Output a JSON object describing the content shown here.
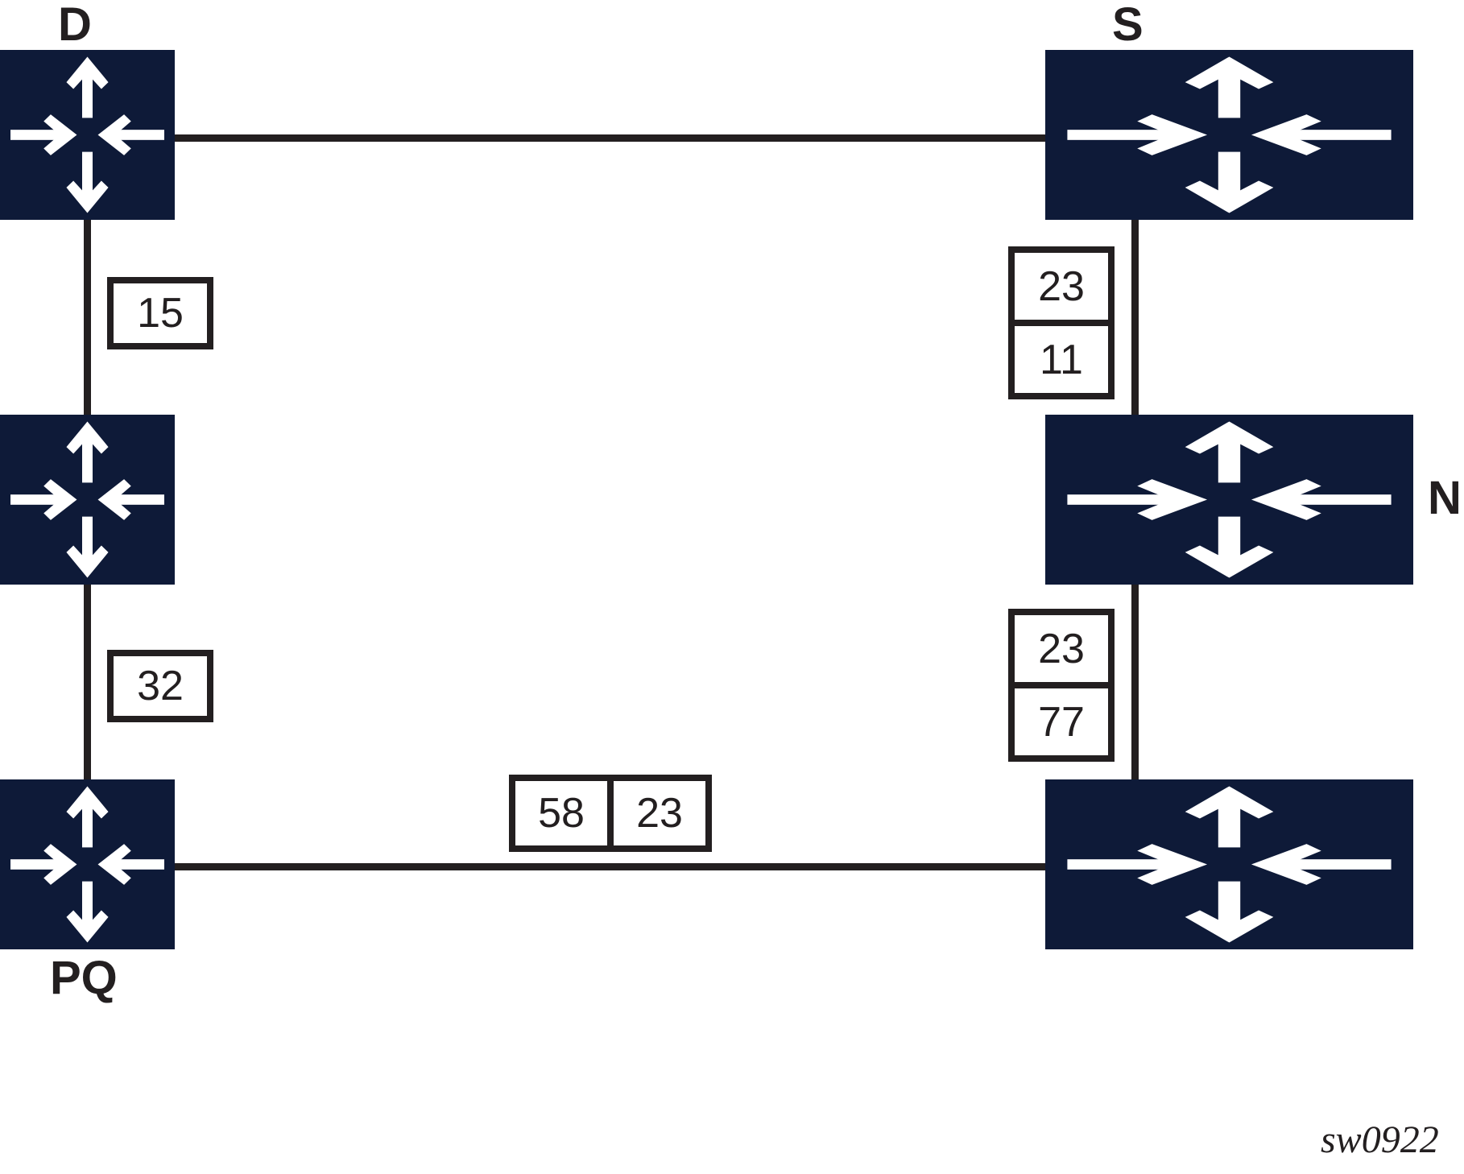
{
  "diagram": {
    "type": "network-topology",
    "background_color": "#ffffff",
    "node_color": "#0e1a38",
    "line_color": "#231f20",
    "icon_color": "#ffffff",
    "icon_name": "router-icon",
    "watermark": "sw0922"
  },
  "nodes": [
    {
      "id": "D",
      "label": "D",
      "label_position": "above",
      "column": "left",
      "row": "top"
    },
    {
      "id": "L2",
      "label": "",
      "label_position": "none",
      "column": "left",
      "row": "middle"
    },
    {
      "id": "PQ",
      "label": "PQ",
      "label_position": "below",
      "column": "left",
      "row": "bottom"
    },
    {
      "id": "S",
      "label": "S",
      "label_position": "above",
      "column": "right",
      "row": "top"
    },
    {
      "id": "N",
      "label": "N",
      "label_position": "right",
      "column": "right",
      "row": "middle"
    },
    {
      "id": "R3",
      "label": "",
      "label_position": "none",
      "column": "right",
      "row": "bottom"
    }
  ],
  "links": [
    {
      "from": "D",
      "to": "S",
      "orientation": "horizontal",
      "labels": []
    },
    {
      "from": "D",
      "to": "L2",
      "orientation": "vertical",
      "labels": [
        "15"
      ]
    },
    {
      "from": "L2",
      "to": "PQ",
      "orientation": "vertical",
      "labels": [
        "32"
      ]
    },
    {
      "from": "S",
      "to": "N",
      "orientation": "vertical",
      "labels": [
        "23",
        "11"
      ]
    },
    {
      "from": "N",
      "to": "R3",
      "orientation": "vertical",
      "labels": [
        "23",
        "77"
      ]
    },
    {
      "from": "PQ",
      "to": "R3",
      "orientation": "horizontal",
      "labels": [
        "58",
        "23"
      ]
    }
  ],
  "labels": {
    "link_d_l2": {
      "stack": "vertical",
      "values": [
        "15"
      ]
    },
    "link_l2_pq": {
      "stack": "vertical",
      "values": [
        "32"
      ]
    },
    "link_s_n": {
      "stack": "vertical",
      "values": [
        "23",
        "11"
      ]
    },
    "link_n_r3": {
      "stack": "vertical",
      "values": [
        "23",
        "77"
      ]
    },
    "link_pq_r3": {
      "stack": "horizontal",
      "values": [
        "58",
        "23"
      ]
    }
  },
  "node_labels": {
    "d": "D",
    "s": "S",
    "n": "N",
    "pq": "PQ"
  },
  "watermark": {
    "text": "sw0922"
  }
}
